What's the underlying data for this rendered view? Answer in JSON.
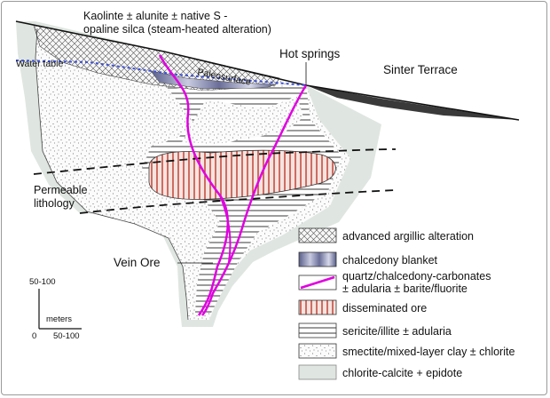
{
  "labels": {
    "kaolinite_line1": "Kaolinte ± alunite ± native S -",
    "kaolinite_line2": "opaline silca (steam-heated alteration)",
    "water_table": "Water table",
    "paleosurface": "Paleosurface",
    "hot_springs": "Hot springs",
    "sinter_terrace": "Sinter Terrace",
    "permeable_line1": "Permeable",
    "permeable_line2": "lithology",
    "vein_ore": "Vein Ore"
  },
  "legend": [
    {
      "id": "advanced-argillic",
      "lines": [
        "advanced argillic alteration"
      ]
    },
    {
      "id": "chalcedony",
      "lines": [
        "chalcedony blanket"
      ]
    },
    {
      "id": "quartz-vein",
      "lines": [
        "quartz/chalcedony-carbonates",
        "± adularia ± barite/fluorite"
      ]
    },
    {
      "id": "disseminated",
      "lines": [
        "disseminated ore"
      ]
    },
    {
      "id": "sericite",
      "lines": [
        "sericite/illite ± adularia"
      ]
    },
    {
      "id": "smectite",
      "lines": [
        "smectite/mixed-layer clay ± chlorite"
      ]
    },
    {
      "id": "chlorite",
      "lines": [
        "chlorite-calcite + epidote"
      ]
    }
  ],
  "scale": {
    "vertical": "50-100",
    "units": "meters",
    "origin": "0",
    "horizontal": "50-100"
  },
  "colors": {
    "chlorite_fill": "#dfe6e1",
    "vein": "#e000e0",
    "disseminated_stripe": "#c0392b",
    "sinter": "#3a3a3a",
    "water_table": "#3a4fd8"
  }
}
